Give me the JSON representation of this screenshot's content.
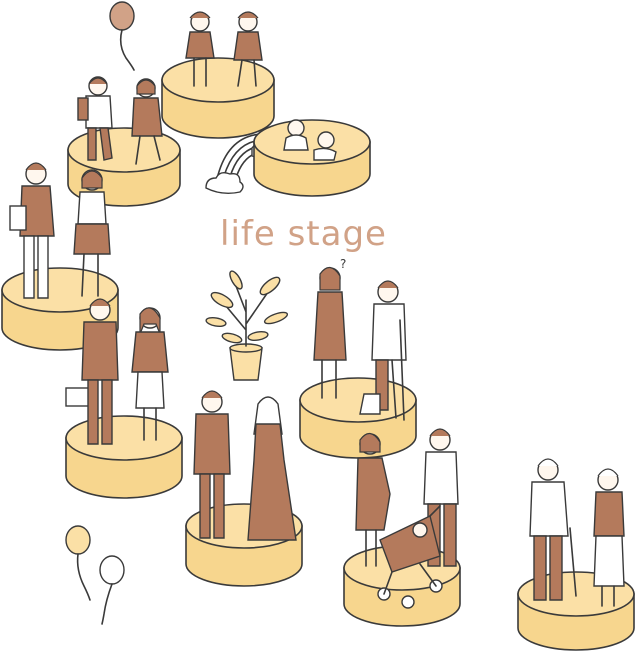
{
  "title": "life stage",
  "colors": {
    "accent_text": "#d1a287",
    "platform": "#fbe0a6",
    "figure_fill": "#b47a5c",
    "outline": "#3a3a3a"
  },
  "stages": [
    "babies",
    "kindergarten-children",
    "elementary-school-children",
    "high-school-students",
    "job-hunting-couple",
    "wedding-couple",
    "pregnant-couple",
    "family-with-stroller",
    "elderly-couple"
  ]
}
